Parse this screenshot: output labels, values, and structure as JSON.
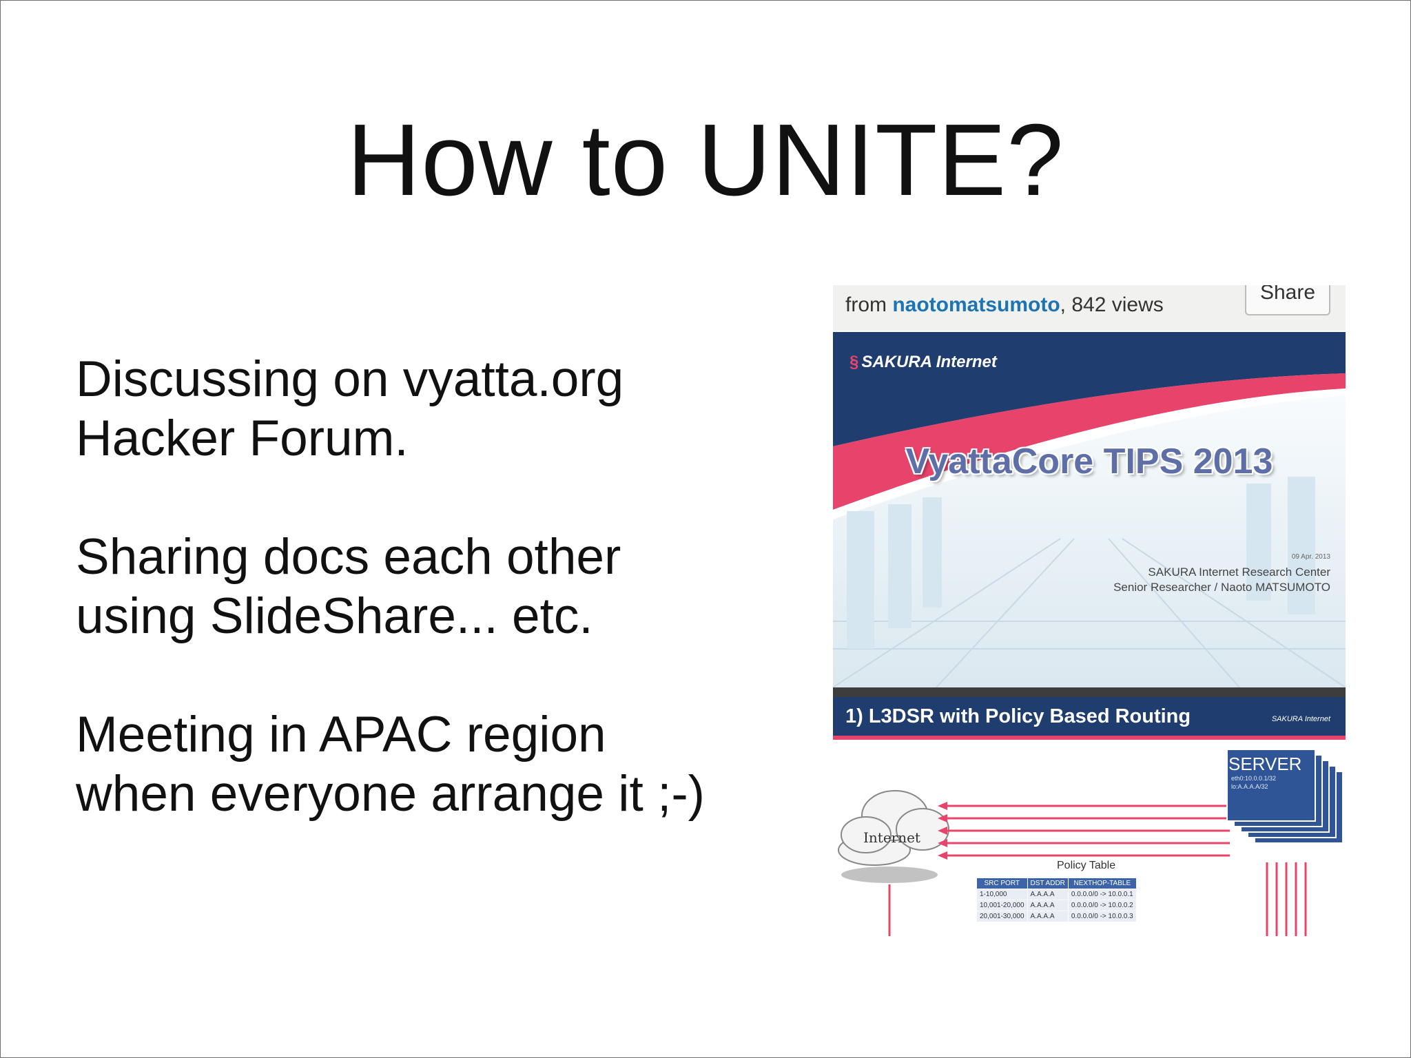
{
  "slide": {
    "title": "How to UNITE?",
    "bullets": [
      "Discussing on vyatta.org\nHacker Forum.",
      "Sharing docs each other\nusing SlideShare... etc.",
      "Meeting in APAC region\nwhen everyone arrange it ;-)"
    ]
  },
  "embed": {
    "from_prefix": "from ",
    "author": "naotomatsumoto",
    "views": ", 842 views",
    "share_label": "Share",
    "title_slide": {
      "logo": "SAKURA Internet",
      "title": "VyattaCore TIPS 2013",
      "date": "09 Apr. 2013",
      "org": "SAKURA Internet Research Center",
      "presenter": "Senior Researcher / Naoto MATSUMOTO"
    },
    "l3_slide": {
      "title": "1) L3DSR with Policy Based Routing",
      "logo": "SAKURA Internet",
      "internet_label": "Internet",
      "server_label": "SERVER",
      "server_sub1": "eth0:10.0.0.1/32",
      "server_sub2": "lo:A.A.A.A/32",
      "policy_caption": "Policy Table",
      "table": {
        "headers": [
          "SRC PORT",
          "DST ADDR",
          "NEXTHOP-TABLE"
        ],
        "rows": [
          [
            "1-10,000",
            "A.A.A.A",
            "0.0.0.0/0 -> 10.0.0.1"
          ],
          [
            "10,001-20,000",
            "A.A.A.A",
            "0.0.0.0/0 -> 10.0.0.2"
          ],
          [
            "20,001-30,000",
            "A.A.A.A",
            "0.0.0.0/0 -> 10.0.0.3"
          ]
        ]
      }
    }
  },
  "colors": {
    "link_blue": "#1d74b3",
    "sakura_navy": "#1f3d6e",
    "sakura_pink": "#e8436a",
    "table_header": "#3d64a8"
  }
}
